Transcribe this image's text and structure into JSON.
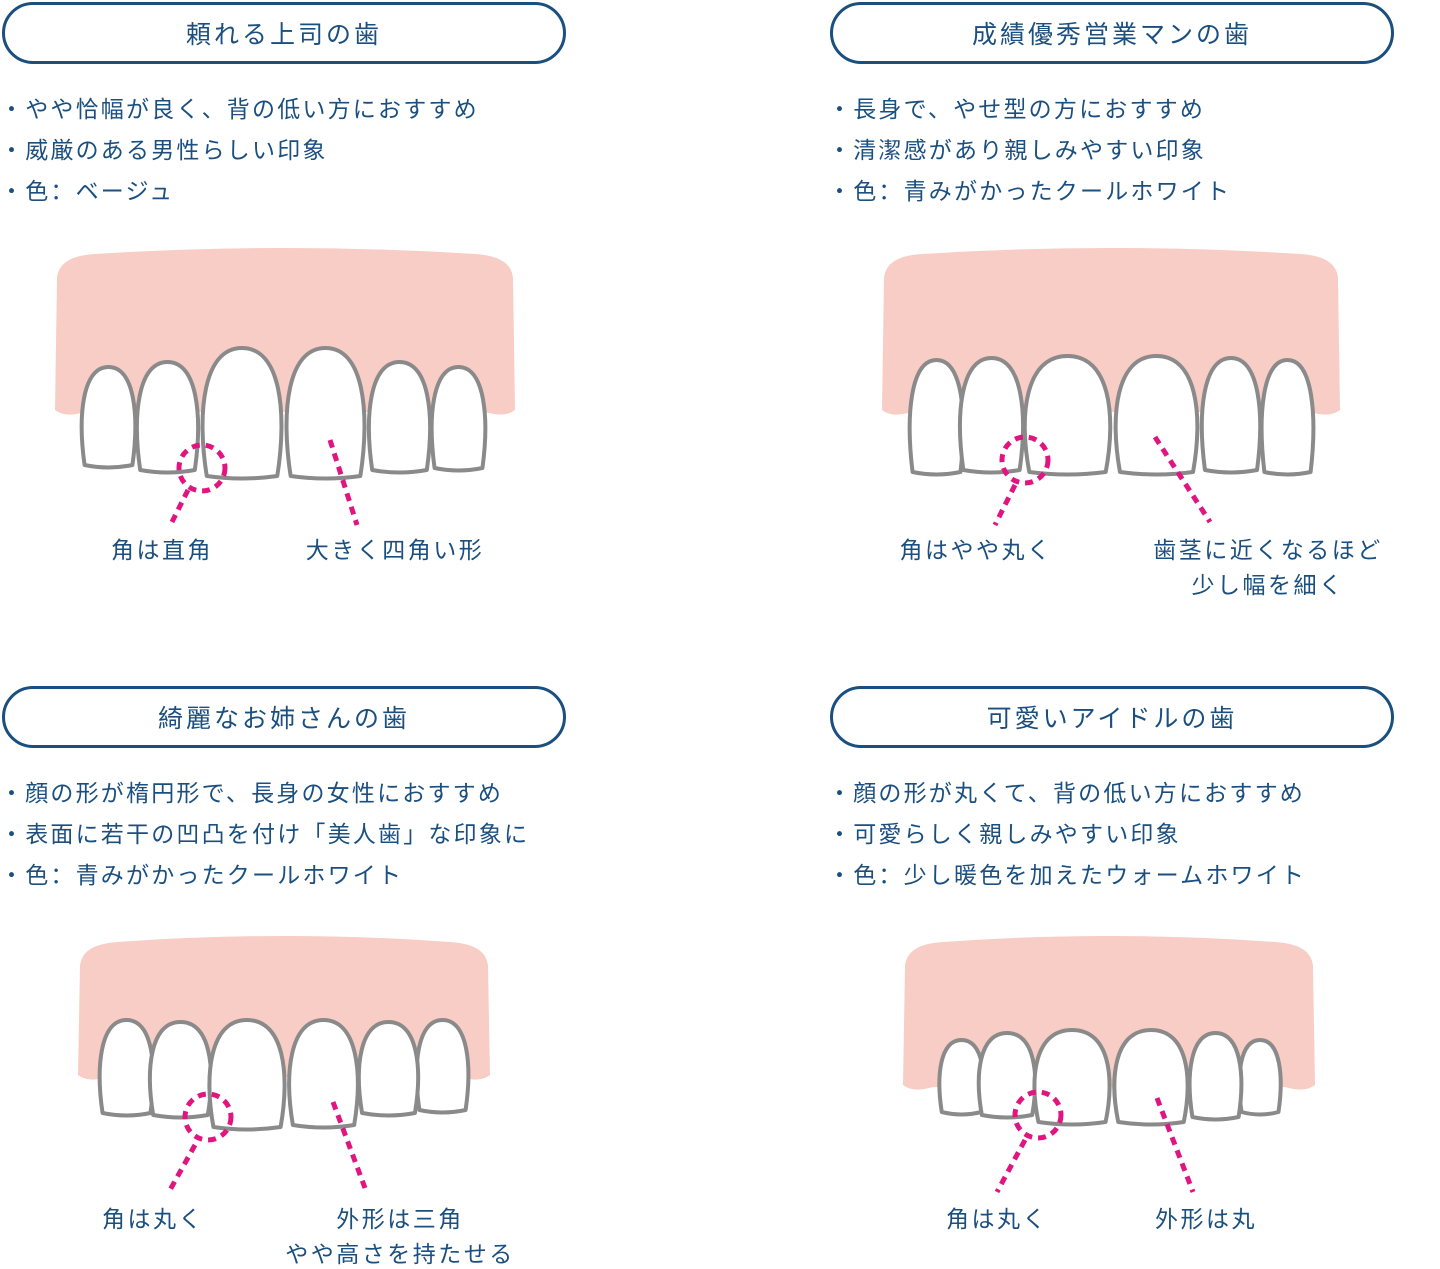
{
  "panels": [
    {
      "title": "頼れる上司の歯",
      "bullets": [
        "やや恰幅が良く、背の低い方におすすめ",
        "威厳のある男性らしい印象",
        "色：ベージュ"
      ],
      "labels": {
        "corner": "角は直角",
        "shape": [
          "大きく四角い形"
        ]
      }
    },
    {
      "title": "成績優秀営業マンの歯",
      "bullets": [
        "長身で、やせ型の方におすすめ",
        "清潔感があり親しみやすい印象",
        "色：青みがかったクールホワイト"
      ],
      "labels": {
        "corner": "角はやや丸く",
        "shape": [
          "歯茎に近くなるほど",
          "少し幅を細く"
        ]
      }
    },
    {
      "title": "綺麗なお姉さんの歯",
      "bullets": [
        "顔の形が楕円形で、長身の女性におすすめ",
        "表面に若干の凹凸を付け「美人歯」な印象に",
        "色：青みがかったクールホワイト"
      ],
      "labels": {
        "corner": "角は丸く",
        "shape": [
          "外形は三角",
          "やや高さを持たせる"
        ]
      }
    },
    {
      "title": "可愛いアイドルの歯",
      "bullets": [
        "顔の形が丸くて、背の低い方におすすめ",
        "可愛らしく親しみやすい印象",
        "色：少し暖色を加えたウォームホワイト"
      ],
      "labels": {
        "corner": "角は丸く",
        "shape": [
          "外形は丸"
        ]
      }
    }
  ],
  "colors": {
    "text": "#1a4f7f",
    "gum": "#f8cdc5",
    "tooth_outline": "#8a8a8a",
    "marker": "#e0157f"
  }
}
